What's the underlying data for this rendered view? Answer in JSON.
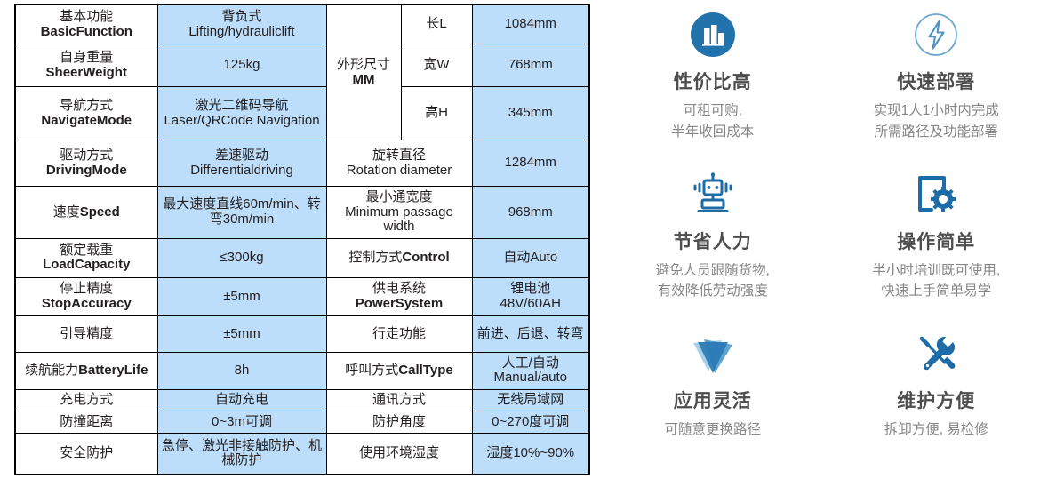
{
  "table": {
    "rows": [
      {
        "id": "basic-function",
        "label_cn": "基本功能",
        "label_en": "BasicFunction",
        "value_cn": "背负式",
        "value_en": "Lifting/hydrauliclift",
        "dim_group_cn": "外形尺寸",
        "dim_group_en": "MM",
        "dim_key": "长L",
        "dim_value": "1084mm"
      },
      {
        "id": "sheer-weight",
        "label_cn": "自身重量",
        "label_en": "SheerWeight",
        "value_cn": "125kg",
        "value_en": "",
        "dim_key": "宽W",
        "dim_value": "768mm"
      },
      {
        "id": "navigate-mode",
        "label_cn": "导航方式",
        "label_en": "NavigateMode",
        "value_cn": "激光二维码导航",
        "value_en": "Laser/QRCode Navigation",
        "dim_key": "高H",
        "dim_value": "345mm"
      },
      {
        "id": "driving-mode",
        "label_cn": "驱动方式",
        "label_en": "DrivingMode",
        "value_cn": "差速驱动",
        "value_en": "Differentialdriving",
        "attr_cn": "旋转直径",
        "attr_en": "Rotation diameter",
        "attr_value": "1284mm"
      },
      {
        "id": "speed",
        "label_cn": "速度",
        "label_en": "Speed",
        "label_inline": true,
        "value_cn": "最大速度直线60m/min、转弯30m/min",
        "value_en": "",
        "attr_cn": "最小通宽度",
        "attr_en": "Minimum passage width",
        "attr_value": "968mm"
      },
      {
        "id": "load-capacity",
        "label_cn": "额定载重",
        "label_en": "LoadCapacity",
        "value_cn": "≤300kg",
        "value_en": "",
        "attr_cn": "控制方式",
        "attr_en": "Control",
        "attr_inline": true,
        "attr_value": "自动Auto"
      },
      {
        "id": "stop-accuracy",
        "label_cn": "停止精度",
        "label_en": "StopAccuracy",
        "value_cn": "±5mm",
        "value_en": "",
        "attr_cn": "供电系统",
        "attr_en": "PowerSystem",
        "attr_value": "锂电池 48V/60AH",
        "attr_value_l1": "锂电池",
        "attr_value_l2": "48V/60AH"
      },
      {
        "id": "guide-accuracy",
        "label_cn": "引导精度",
        "label_en": "",
        "value_cn": "±5mm",
        "value_en": "",
        "attr_cn": "行走功能",
        "attr_en": "",
        "attr_value": "前进、后退、转弯"
      },
      {
        "id": "battery-life",
        "label_cn": "续航能力",
        "label_en": "BatteryLife",
        "label_inline": true,
        "value_cn": "8h",
        "value_en": "",
        "attr_cn": "呼叫方式",
        "attr_en": "CallType",
        "attr_inline": true,
        "attr_value": "人工/自动 Manual/auto",
        "attr_value_l1": "人工/自动",
        "attr_value_l2": "Manual/auto"
      },
      {
        "id": "charge-mode",
        "label_cn": "充电方式",
        "label_en": "",
        "value_cn": "自动充电",
        "value_en": "",
        "attr_cn": "通讯方式",
        "attr_en": "",
        "attr_value": "无线局域网"
      },
      {
        "id": "anticollision-distance",
        "label_cn": "防撞距离",
        "label_en": "",
        "value_cn": "0~3m可调",
        "value_en": "",
        "attr_cn": "防护角度",
        "attr_en": "",
        "attr_value": "0~270度可调"
      },
      {
        "id": "safety-protection",
        "label_cn": "安全防护",
        "label_en": "",
        "value_cn": "急停、激光非接触防护、机械防护",
        "value_en": "",
        "attr_cn": "使用环境湿度",
        "attr_en": "",
        "attr_value": "湿度10%~90%"
      }
    ]
  },
  "features": {
    "cards": [
      {
        "id": "cost-effective",
        "icon": "bar-chart-circle-icon",
        "title": "性价比高",
        "desc_l1": "可租可购,",
        "desc_l2": "半年收回成本"
      },
      {
        "id": "fast-deploy",
        "icon": "lightning-circle-icon",
        "title": "快速部署",
        "desc_l1": "实现1人1小时内完成",
        "desc_l2": "所需路径及功能部署"
      },
      {
        "id": "save-labor",
        "icon": "robot-icon",
        "title": "节省人力",
        "desc_l1": "避免人员跟随货物,",
        "desc_l2": "有效降低劳动强度"
      },
      {
        "id": "easy-operation",
        "icon": "screen-gear-icon",
        "title": "操作简单",
        "desc_l1": "半小时培训既可使用,",
        "desc_l2": "快速上手简单易学"
      },
      {
        "id": "flexible-application",
        "icon": "funnel-triangle-icon",
        "title": "应用灵活",
        "desc_l1": "可随意更换路径",
        "desc_l2": ""
      },
      {
        "id": "easy-maintenance",
        "icon": "wrench-screwdriver-icon",
        "title": "维护方便",
        "desc_l1": "拆卸方便, 易检修",
        "desc_l2": ""
      }
    ]
  },
  "colors": {
    "table_fill": "#bcdefb",
    "table_border": "#000000",
    "icon_blue_solid": "#2272ac",
    "icon_blue_line": "#1d6ca8",
    "icon_blue_light": "#6ea8cf",
    "triangle_dark": "#2b7ab5",
    "triangle_light": "#a8d2ea",
    "title_gray": "#4d4d4d",
    "desc_gray": "#868686"
  }
}
